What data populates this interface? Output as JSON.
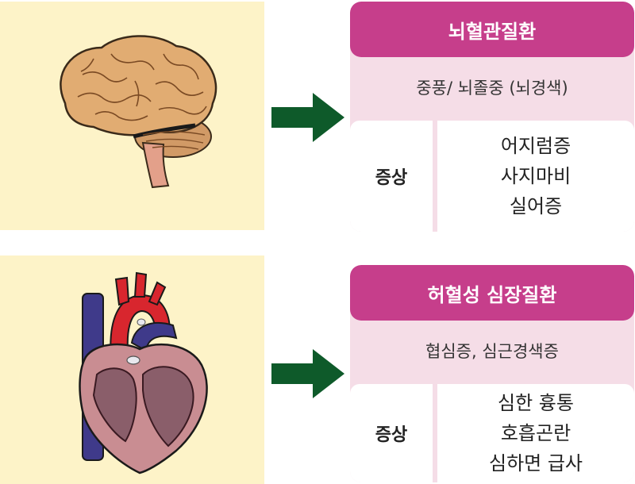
{
  "rows": [
    {
      "image_icon": "brain-icon",
      "title": "뇌혈관질환",
      "condition": "중풍/ 뇌졸중 (뇌경색)",
      "symptom_label": "증상",
      "symptoms": [
        "어지럼증",
        "사지마비",
        "실어증"
      ]
    },
    {
      "image_icon": "heart-icon",
      "title": "허혈성 심장질환",
      "condition": "협심증, 심근경색증",
      "symptom_label": "증상",
      "symptoms": [
        "심한 흉통",
        "호흡곤란",
        "심하면 급사"
      ]
    }
  ],
  "colors": {
    "panel_bg": "#fdf3c8",
    "arrow": "#0e5a2a",
    "header": "#c63e8b",
    "card_bg": "#f5dde7"
  }
}
